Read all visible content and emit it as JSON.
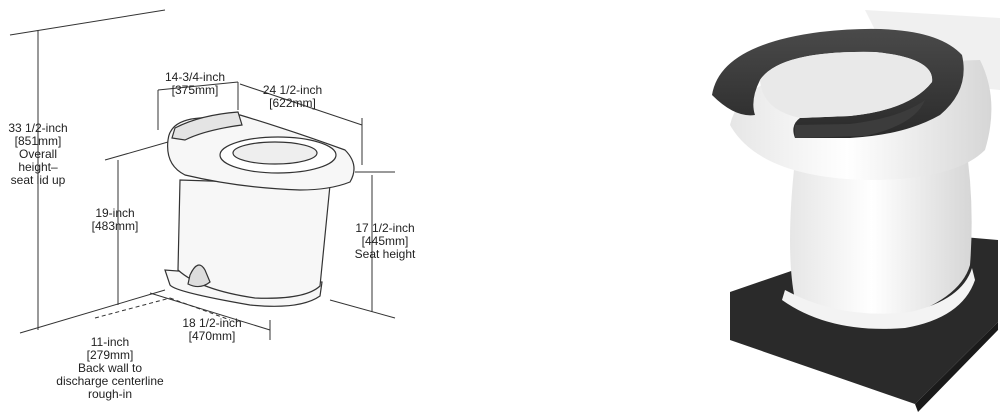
{
  "diagram": {
    "overall_height": {
      "imperial": "33 1/2-inch",
      "metric": "[851mm]",
      "line1": "Overall",
      "line2": "height–",
      "line3": "seat lid up"
    },
    "bowl_height": {
      "imperial": "19-inch",
      "metric": "[483mm]"
    },
    "top_width": {
      "imperial": "14-3/4-inch",
      "metric": "[375mm]"
    },
    "depth": {
      "imperial": "24 1/2-inch",
      "metric": "[622mm]"
    },
    "seat_height": {
      "imperial": "17 1/2-inch",
      "metric": "[445mm]",
      "caption": "Seat height"
    },
    "base_length": {
      "imperial": "18 1/2-inch",
      "metric": "[470mm]"
    },
    "rough_in": {
      "imperial": "11-inch",
      "metric": "[279mm]",
      "line1": "Back wall to",
      "line2": "discharge centerline",
      "line3": "rough-in"
    }
  },
  "colors": {
    "line": "#333333",
    "seat": "#3a3a3a",
    "porcelain": "#f2f2f2",
    "base_pad": "#2a2a2a"
  }
}
